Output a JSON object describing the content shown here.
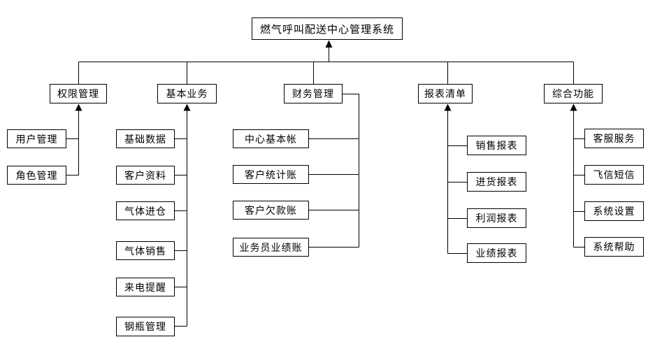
{
  "diagram": {
    "title": "燃气呼叫配送中心管理系统",
    "colors": {
      "line": "#000000",
      "box_border": "#000000",
      "background": "#ffffff",
      "text": "#000000"
    },
    "root": {
      "label": "燃气呼叫配送中心管理系统"
    },
    "branches": [
      {
        "label": "权限管理",
        "children": [
          "用户管理",
          "角色管理"
        ]
      },
      {
        "label": "基本业务",
        "children": [
          "基础数据",
          "客户资料",
          "气体进仓",
          "气体销售",
          "来电提醒",
          "钢瓶管理"
        ]
      },
      {
        "label": "财务管理",
        "children": [
          "中心基本帐",
          "客户统计账",
          "客户欠款账",
          "业务员业绩账"
        ]
      },
      {
        "label": "报表清单",
        "children": [
          "销售报表",
          "进货报表",
          "利润报表",
          "业绩报表"
        ]
      },
      {
        "label": "综合功能",
        "children": [
          "客服服务",
          "飞信短信",
          "系统设置",
          "系统帮助"
        ]
      }
    ]
  }
}
